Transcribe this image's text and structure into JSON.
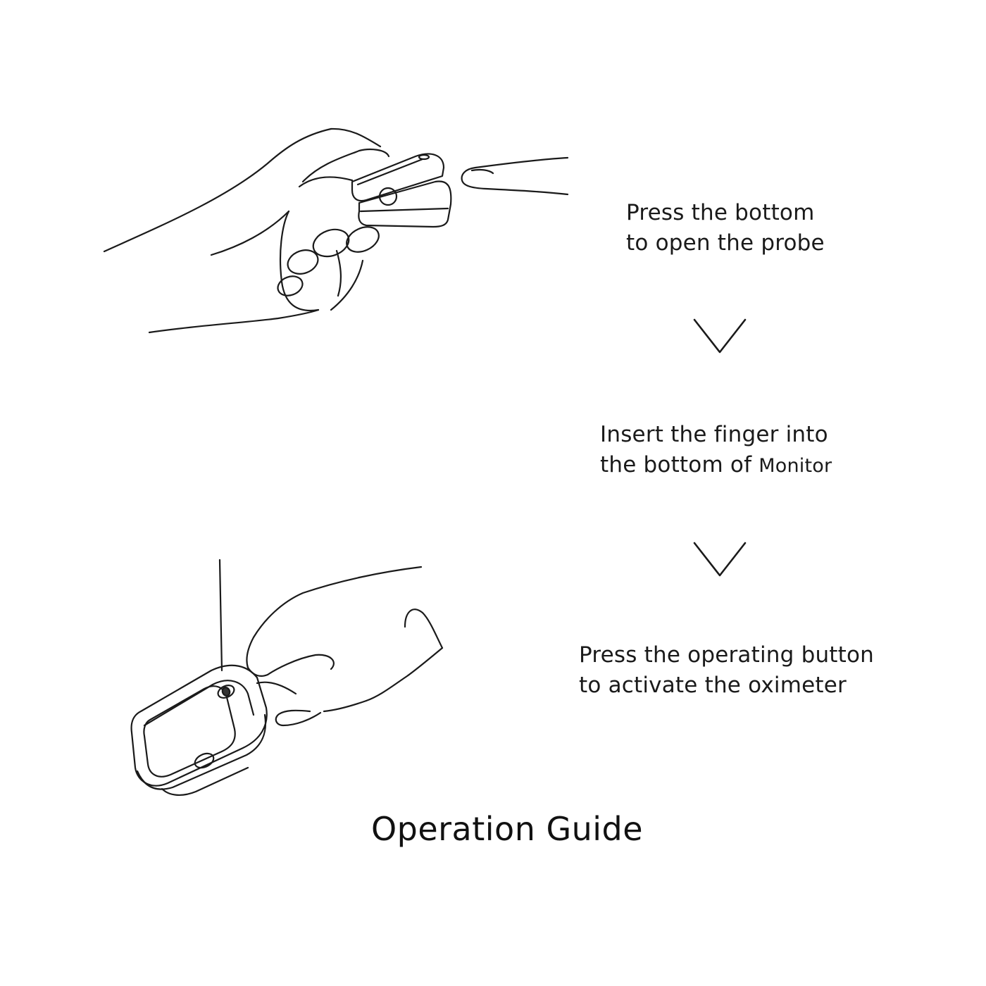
{
  "steps": [
    {
      "line1": "Press the bottom",
      "line2": "to open the probe"
    },
    {
      "line1": "Insert the finger into",
      "line2_prefix": "the bottom of ",
      "line2_suffix": "Monitor"
    },
    {
      "line1": "Press the operating button",
      "line2": "to activate the oximeter"
    }
  ],
  "title": "Operation Guide",
  "icons": {
    "step_arrow": "chevron-down-icon",
    "illustration_1": "hand-opening-oximeter",
    "illustration_2": "hand-pressing-oximeter-button"
  }
}
